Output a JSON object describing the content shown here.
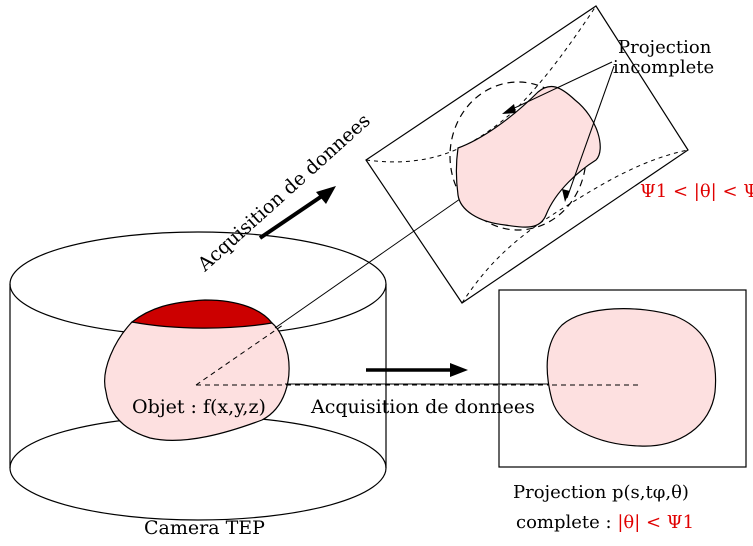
{
  "labels": {
    "object": "Objet : f(x,y,z)",
    "camera": "Camera TEP",
    "acq_diag": "Acquisition de donnees",
    "acq_horiz": "Acquisition de donnees",
    "proj_incomplete_line1": "Projection",
    "proj_incomplete_line2": "incomplete",
    "psi_range": "Ψ1 < |θ| < Ψ",
    "proj_complete_line1": "Projection  p(s,tφ,θ)",
    "proj_complete_prefix": "complete : ",
    "proj_complete_cond": "|θ| < Ψ1"
  },
  "colors": {
    "object_fill": "#fde0e0",
    "cap_fill": "#cc0000",
    "stroke": "#000000",
    "accent_red": "#e00000"
  }
}
